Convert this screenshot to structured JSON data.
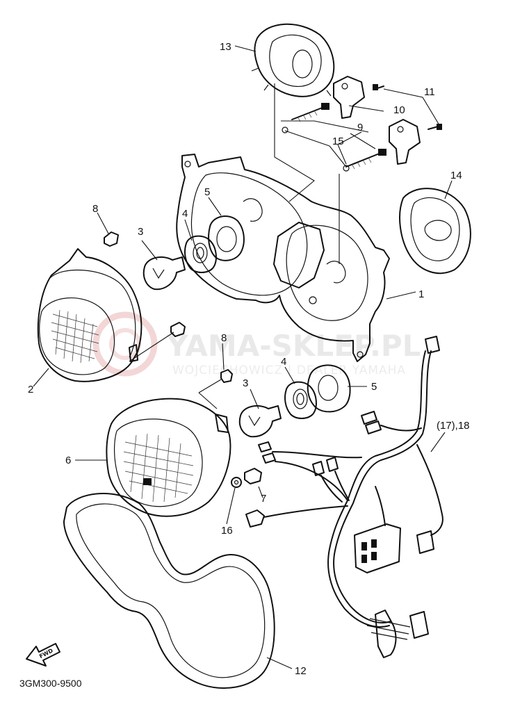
{
  "diagram": {
    "code": "3GM300-9500",
    "watermark": {
      "brand": "YAMA-SKLEP.PL",
      "line": "WOJCIECHOWICZ | DEALER YAMAHA"
    },
    "direction_tag": "FWD",
    "callouts": [
      {
        "id": "c1",
        "text": "1"
      },
      {
        "id": "c2",
        "text": "2"
      },
      {
        "id": "c3a",
        "text": "3"
      },
      {
        "id": "c3b",
        "text": "3"
      },
      {
        "id": "c4a",
        "text": "4"
      },
      {
        "id": "c4b",
        "text": "4"
      },
      {
        "id": "c5a",
        "text": "5"
      },
      {
        "id": "c5b",
        "text": "5"
      },
      {
        "id": "c6",
        "text": "6"
      },
      {
        "id": "c7",
        "text": "7"
      },
      {
        "id": "c8a",
        "text": "8"
      },
      {
        "id": "c8b",
        "text": "8"
      },
      {
        "id": "c9",
        "text": "9"
      },
      {
        "id": "c10",
        "text": "10"
      },
      {
        "id": "c11",
        "text": "11"
      },
      {
        "id": "c12",
        "text": "12"
      },
      {
        "id": "c13",
        "text": "13"
      },
      {
        "id": "c14",
        "text": "14"
      },
      {
        "id": "c15",
        "text": "15"
      },
      {
        "id": "c16",
        "text": "16"
      },
      {
        "id": "c17",
        "text": "(17),18"
      }
    ]
  }
}
